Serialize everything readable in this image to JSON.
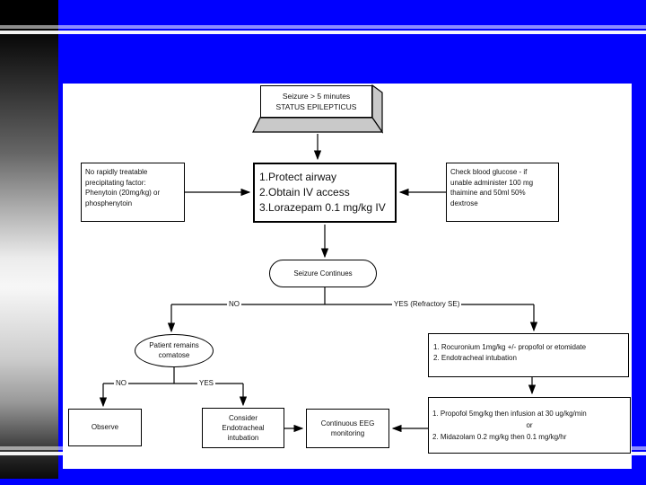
{
  "slide": {
    "colors": {
      "slide_background": "#0000FF",
      "panel_background": "#FFFFFF",
      "stripe_gray": "#8C8CFF",
      "stripe_white": "#FFFFFF",
      "shape_3d_face": "#C9C9C9",
      "line_color": "#000000"
    }
  },
  "flowchart": {
    "start_box": {
      "lines": [
        "Seizure > 5 minutes",
        "STATUS EPILEPTICUS"
      ]
    },
    "left_box": {
      "lines": [
        "No rapidly treatable",
        "precipitating factor:",
        "Phenytoin (20mg/kg) or",
        "phosphenytoin"
      ]
    },
    "center_box": {
      "lines": [
        "1.Protect airway",
        "2.Obtain IV access",
        "3.Lorazepam 0.1 mg/kg IV"
      ]
    },
    "right_box": {
      "lines": [
        "Check blood glucose - if",
        "unable administer 100 mg",
        "thaimine and 50ml 50%",
        "dextrose"
      ]
    },
    "seizure_continues_oval": {
      "label": "Seizure Continues"
    },
    "branch1": {
      "no_label": "NO",
      "yes_label": "YES (Refractory SE)"
    },
    "comatose_oval": {
      "lines": [
        "Patient remains",
        "comatose"
      ]
    },
    "branch2": {
      "no_label": "NO",
      "yes_label": "YES"
    },
    "observe_box": {
      "label": "Observe"
    },
    "consider_box": {
      "lines": [
        "Consider",
        "Endotracheal",
        "intubation"
      ]
    },
    "eeg_box": {
      "lines": [
        "Continuous EEG",
        "monitoring"
      ]
    },
    "refractory_box": {
      "lines": [
        "1. Rocuronium 1mg/kg +/- propofol or etomidate",
        "2. Endotracheal intubation"
      ]
    },
    "infusion_box": {
      "lines": [
        "1. Propofol 5mg/kg then infusion at 30 ug/kg/min",
        "or",
        "2. Midazolam 0.2 mg/kg then 0.1 mg/kg/hr"
      ]
    }
  }
}
